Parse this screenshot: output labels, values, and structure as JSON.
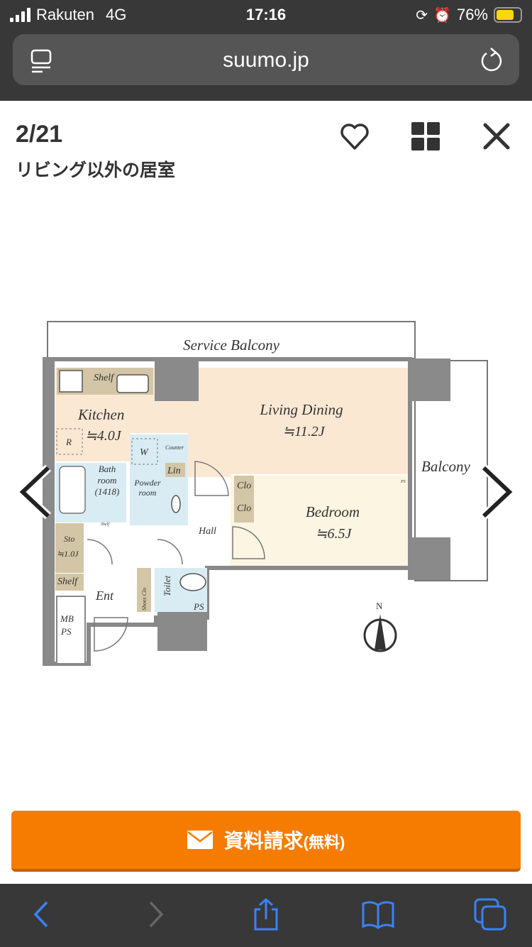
{
  "status_bar": {
    "carrier": "Rakuten",
    "network": "4G",
    "time": "17:16",
    "battery": "76%",
    "battery_level": 0.76
  },
  "browser": {
    "url": "suumo.jp"
  },
  "gallery": {
    "counter": "2/21",
    "caption": "リビング以外の居室"
  },
  "floorplan": {
    "labels": {
      "service_balcony": "Service Balcony",
      "shelf_top": "Shelf",
      "kitchen": "Kitchen",
      "kitchen_size": "≒4.0J",
      "r": "R",
      "living": "Living Dining",
      "living_size": "≒11.2J",
      "w": "W",
      "counter": "Counter",
      "lin": "Lin",
      "bath1": "Bath",
      "bath2": "room",
      "bath3": "(1418)",
      "powder1": "Powder",
      "powder2": "room",
      "shelf_small": "Shelf",
      "balcony": "Balcony",
      "clo1": "Clo",
      "clo2": "Clo",
      "ps_small": "PS",
      "bedroom": "Bedroom",
      "bedroom_size": "≒6.5J",
      "hall": "Hall",
      "sto": "Sto",
      "sto_size": "≒1.0J",
      "shelf_bottom": "Shelf",
      "ent": "Ent",
      "shoes": "Shoes Clo",
      "toilet": "Toilet",
      "ps": "PS",
      "mb": "MB",
      "mb_ps": "PS",
      "north": "N"
    }
  },
  "cta": {
    "label": "資料請求",
    "suffix": "(無料)"
  },
  "colors": {
    "accent": "#f57c00",
    "ios_blue": "#3a82f7",
    "kitchen_living": "#fbe8d3",
    "bedroom": "#fcf5e2",
    "wet": "#d9ecf4",
    "storage": "#d3c6a6"
  }
}
